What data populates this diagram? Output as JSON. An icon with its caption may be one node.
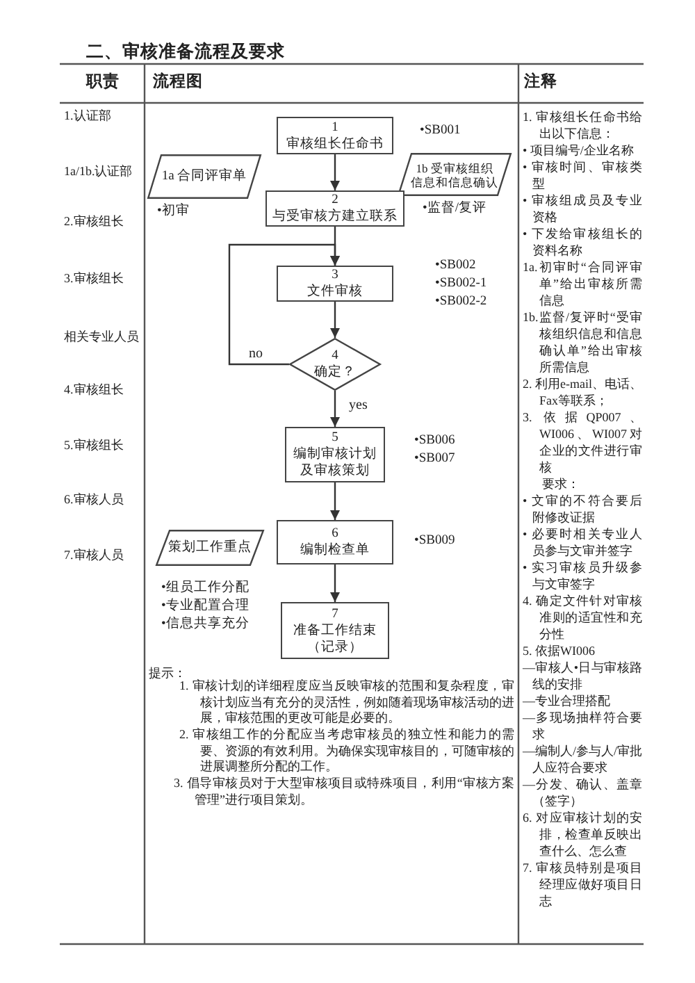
{
  "diagram": {
    "title": "二、审核准备流程及要求",
    "nodes": [
      {
        "text": [
          "1",
          "审核组长任命书"
        ],
        "beside": [
          "•SB001"
        ]
      },
      {
        "text": [
          "1a 合同评审单"
        ],
        "beside": [
          "•初审"
        ]
      },
      {
        "text": [
          "1b 受审核组织信息和信息确认"
        ],
        "beside": [
          "•监督/复评"
        ]
      },
      {
        "text": [
          "2",
          "与受审核方建立联系"
        ]
      },
      {
        "text": [
          "3",
          "文件审核"
        ],
        "beside": [
          "•SB002",
          "•SB002-1",
          "•SB002-2"
        ]
      },
      {
        "text": [
          "4",
          "确定？"
        ]
      },
      {
        "text": [
          "5",
          "编制审核计划及审核策划"
        ],
        "beside": [
          "•SB006",
          "•SB007"
        ]
      },
      {
        "text": [
          "6",
          "编制检查单"
        ],
        "beside": [
          "•SB009"
        ]
      },
      {
        "text": [
          "策划工作重点"
        ],
        "beside": [
          "•组员工作分配",
          "•专业配置合理",
          "•信息共享充分"
        ]
      },
      {
        "text": [
          "7",
          "准备工作结束（记录）"
        ]
      }
    ],
    "edges": [
      {
        "from": 0,
        "to": 3,
        "arrow": "to"
      },
      {
        "from": 3,
        "to": 4,
        "arrow": "to"
      },
      {
        "from": 4,
        "to": 5,
        "arrow": "to"
      },
      {
        "from": 5,
        "to": 4,
        "arrow": "to",
        "label": "no"
      },
      {
        "from": 5,
        "to": 6,
        "arrow": "to",
        "label": "yes"
      },
      {
        "from": 6,
        "to": 7,
        "arrow": "to"
      },
      {
        "from": 7,
        "to": 9,
        "arrow": "to"
      }
    ],
    "labels": [
      "职责",
      "流程图",
      "注释",
      "1.认证部",
      "1a/1b.认证部",
      "2.审核组长",
      "3.审核组长",
      "相关专业人员",
      "4.审核组长",
      "5.审核组长",
      "6.审核人员",
      "7.审核人员",
      "提示：",
      "1. 审核计划的详细程度应当反映审核的范围和复杂程度，审核计划应当有充分的灵活性，例如随着现场审核活动的进展，审核范围的更改可能是必要的。",
      "2. 审核组工作的分配应当考虑审核员的独立性和能力的需要、资源的有效利用。为确保实现审核目的，可随审核的进展调整所分配的工作。",
      "3. 倡导审核员对于大型审核项目或特殊项目，利用“审核方案管理”进行项目策划。",
      "1. 审核组长任命书给出以下信息：",
      "• 项目编号/企业名称",
      "• 审核时间、审核类型",
      "• 审核组成员及专业资格",
      "• 下发给审核组长的资料名称",
      "1a.初审时“合同评审单”给出审核所需信息",
      "1b.监督/复评时“受审核组织信息和信息确认单”给出审核所需信息",
      "2. 利用e-mail、电话、Fax等联系；",
      "3. 依据QP007、WI006、WI007对企业的文件进行审核",
      "要求：",
      "• 文审的不符合要后附修改证据",
      "• 必要时相关专业人员参与文审并签字",
      "• 实习审核员升级参与文审签字",
      "4. 确定文件针对审核准则的适宜性和充分性",
      "5. 依据WI006",
      "—审核人•日与审核路线的安排",
      "—专业合理搭配",
      "—多现场抽样符合要求",
      "—编制人/参与人/审批人应符合要求",
      "—分发、确认、盖章（签字）",
      "6. 对应审核计划的安排，检查单反映出查什么、怎么查",
      "7. 审核员特别是项目经理应做好项目日志"
    ]
  }
}
